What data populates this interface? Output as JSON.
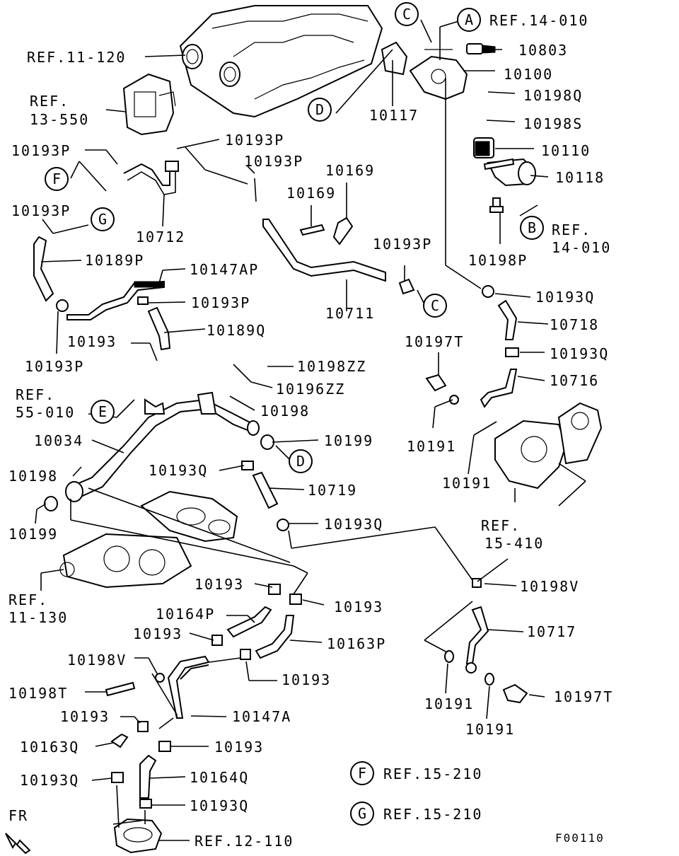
{
  "diagram_code": "F00110",
  "direction_label": "FR",
  "callout_letters": {
    "A": "A",
    "B": "B",
    "C": "C",
    "D": "D",
    "E": "E",
    "F": "F",
    "G": "G"
  },
  "labels": {
    "ref_14_010_a": "REF.14-010",
    "ref_11_120": "REF.11-120",
    "ref_13_550_line1": "REF.",
    "ref_13_550_line2": "13-550",
    "ref_14_010_b_line1": "REF.",
    "ref_14_010_b_line2": "14-010",
    "ref_55_010_line1": "REF.",
    "ref_55_010_line2": "55-010",
    "ref_11_130_line1": "REF.",
    "ref_11_130_line2": "11-130",
    "ref_15_410_line1": "REF.",
    "ref_15_410_line2": "15-410",
    "ref_12_110": "REF.12-110",
    "ref_f": "REF.15-210",
    "ref_g": "REF.15-210",
    "p10803": "10803",
    "p10100": "10100",
    "p10198Q": "10198Q",
    "p10198S": "10198S",
    "p10110": "10110",
    "p10118": "10118",
    "p10198P": "10198P",
    "p10117": "10117",
    "p10193P_top": "10193P",
    "p10193P_left": "10193P",
    "p10193P_mid": "10193P",
    "p10169_a": "10169",
    "p10169_b": "10169",
    "p10712": "10712",
    "p10193P_g": "10193P",
    "p10189P": "10189P",
    "p10147AP": "10147AP",
    "p10193P_c": "10193P",
    "p10193Q_top": "10193Q",
    "p10193P_clamp": "10193P",
    "p10711": "10711",
    "p10718": "10718",
    "p10189Q": "10189Q",
    "p10193Q_b": "10193Q",
    "p10193": "10193",
    "p10197T_top": "10197T",
    "p10193P_bl": "10193P",
    "p10198ZZ": "10198ZZ",
    "p10716": "10716",
    "p10196ZZ": "10196ZZ",
    "p10198_mid": "10198",
    "p10034": "10034",
    "p10199_mid": "10199",
    "p10191_a": "10191",
    "p10191_b": "10191",
    "p10198_left": "10198",
    "p10193Q_mid": "10193Q",
    "p10719": "10719",
    "p10199_left": "10199",
    "p10193Q_c": "10193Q",
    "p10198V_r": "10198V",
    "p10193_a": "10193",
    "p10193_b": "10193",
    "p10164P": "10164P",
    "p10717": "10717",
    "p10193_c": "10193",
    "p10163P": "10163P",
    "p10198V_l": "10198V",
    "p10193_d": "10193",
    "p10191_c": "10191",
    "p10197T_bot": "10197T",
    "p10198T": "10198T",
    "p10147A": "10147A",
    "p10191_d": "10191",
    "p10193_e": "10193",
    "p10163Q": "10163Q",
    "p10193_f": "10193",
    "p10193Q_d": "10193Q",
    "p10164Q": "10164Q",
    "p10193Q_e": "10193Q"
  }
}
